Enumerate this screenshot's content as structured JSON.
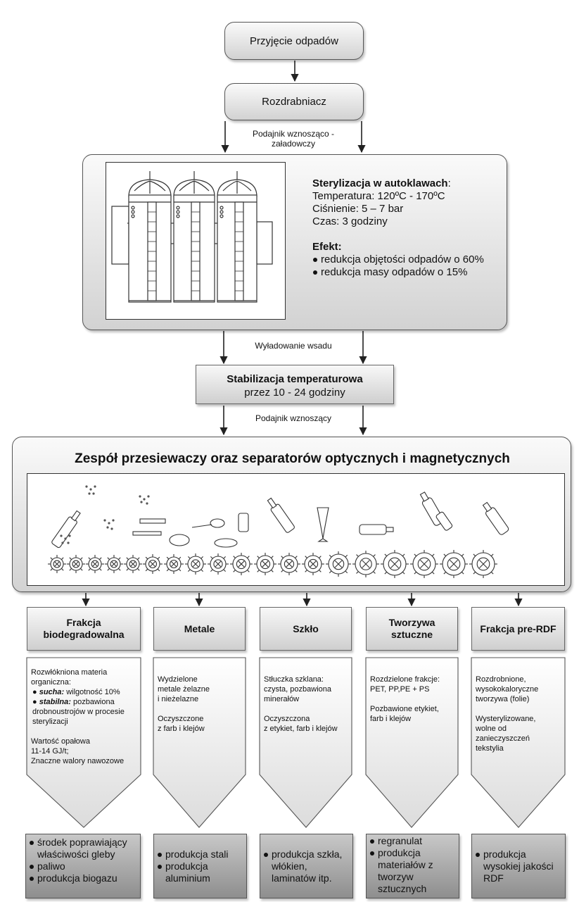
{
  "steps": {
    "receive": "Przyjęcie odpadów",
    "shredder": "Rozdrabniacz",
    "conveyor_loading": "Podajnik wznosząco -\nzaładowczy",
    "unloading": "Wyładowanie wsadu",
    "stabilization_title": "Stabilizacja temperaturowa",
    "stabilization_sub": "przez 10 - 24 godziny",
    "conveyor": "Podajnik wznoszący",
    "separators_title": "Zespół przesiewaczy oraz separatorów optycznych i magnetycznych"
  },
  "sterilization": {
    "title": "Sterylizacja w autoklawach",
    "colon": ":",
    "params": [
      "Temperatura: 120ºC - 170ºC",
      "Ciśnienie: 5 – 7 bar",
      "Czas: 3 godziny"
    ],
    "effect_title": "Efekt:",
    "effects": [
      "redukcja objętości odpadów o 60%",
      "redukcja masy odpadów o 15%"
    ]
  },
  "fractions": [
    {
      "title": "Frakcja\nbiodegradowalna",
      "desc_intro": "Rozwłókniona materia\norganiczna:",
      "desc_items": [
        {
          "bold": "sucha:",
          "text": " wilgotność 10%"
        },
        {
          "bold": "stabilna:",
          "text": " pozbawiona drobnoustrojów w procesie sterylizacji"
        }
      ],
      "desc_tail": "Wartość opałowa\n11-14 GJ/t;\nZnaczne walory nawozowe",
      "uses": [
        "środek poprawiający właściwości gleby",
        "paliwo",
        "produkcja biogazu"
      ]
    },
    {
      "title": "Metale",
      "desc": "Wydzielone\nmetale żelazne\ni nieżelazne\n\nOczyszczone\nz farb i klejów",
      "uses": [
        "produkcja stali",
        "produkcja aluminium"
      ]
    },
    {
      "title": "Szkło",
      "desc": "Stłuczka szklana:\nczysta, pozbawiona\nminerałów\n\nOczyszczona\nz etykiet, farb i klejów",
      "uses": [
        "produkcja szkła, włókien, laminatów itp."
      ]
    },
    {
      "title": "Tworzywa\nsztuczne",
      "desc": "Rozdzielone frakcje:\nPET, PP,PE + PS\n\nPozbawione etykiet,\nfarb i klejów",
      "uses": [
        "regranulat",
        "produkcja materiałów z tworzyw sztucznych"
      ]
    },
    {
      "title": "Frakcja pre-RDF",
      "desc": "Rozdrobnione,\nwysokokaloryczne\ntworzywa (folie)\n\nWysterylizowane,\nwolne od\nzanieczyszczeń\ntekstylia",
      "uses": [
        "produkcja wysokiej jakości RDF"
      ]
    }
  ],
  "colors": {
    "box_light": "#f5f5f5",
    "box_dark": "#c9c9c9",
    "arrow": "#222222",
    "use_box": "#a8a8a8"
  }
}
